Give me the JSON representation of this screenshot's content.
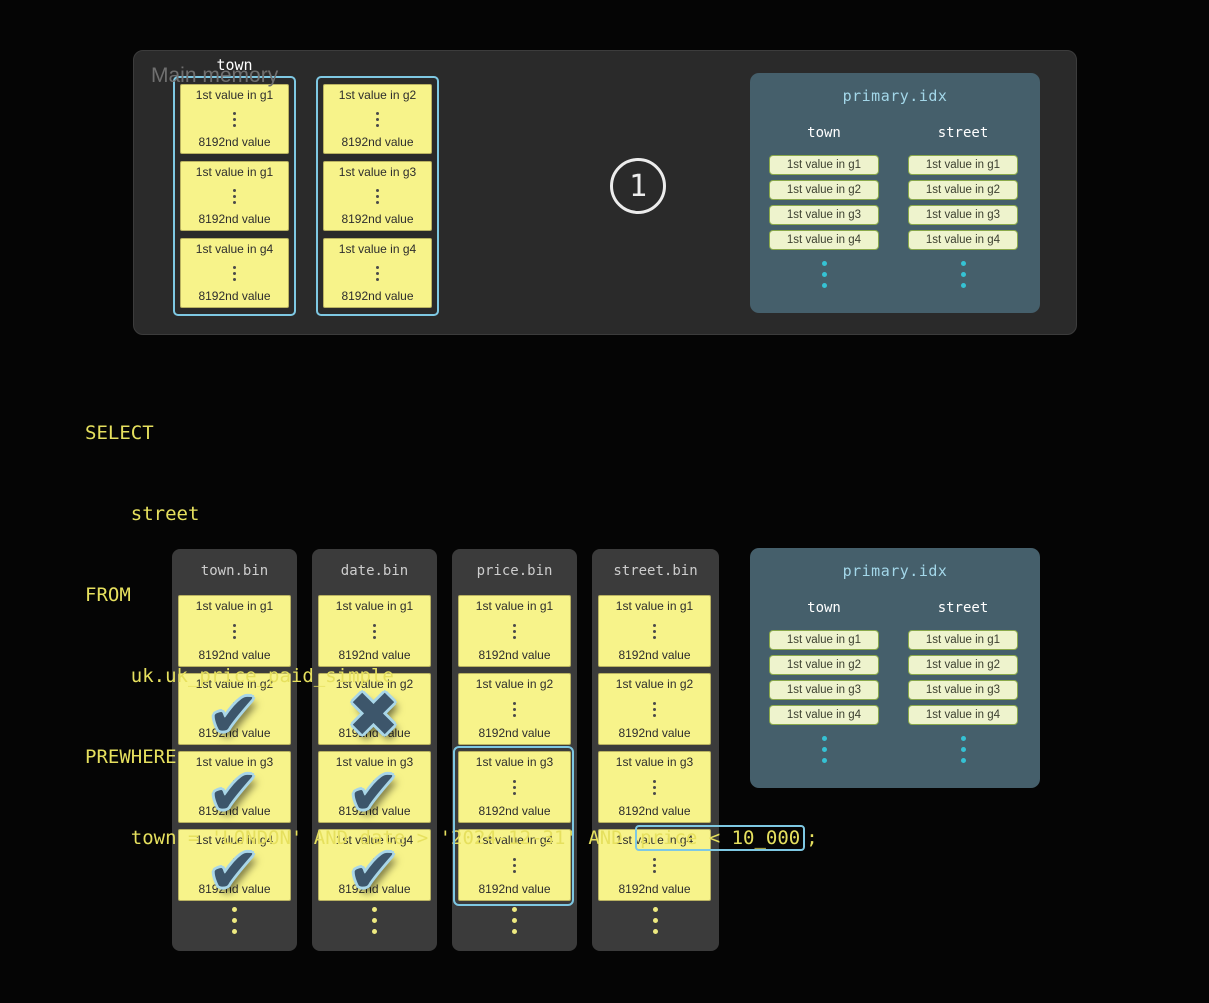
{
  "labels": {
    "main_memory": "Main memory",
    "memory_column_header": "town",
    "step_badge": "1",
    "granule_last_value": "8192nd value",
    "check_glyph": "✔",
    "cross_glyph": "✖"
  },
  "memory": {
    "groups": [
      {
        "granules": [
          {
            "first": "1st value in g1"
          },
          {
            "first": "1st value in g1"
          },
          {
            "first": "1st value in g4"
          }
        ]
      },
      {
        "granules": [
          {
            "first": "1st value in g2"
          },
          {
            "first": "1st value in g3"
          },
          {
            "first": "1st value in g4"
          }
        ]
      }
    ]
  },
  "primary_index": {
    "title": "primary.idx",
    "columns": [
      {
        "header": "town",
        "entries": [
          "1st value in g1",
          "1st value in g2",
          "1st value in g3",
          "1st value in g4"
        ]
      },
      {
        "header": "street",
        "entries": [
          "1st value in g1",
          "1st value in g2",
          "1st value in g3",
          "1st value in g4"
        ]
      }
    ]
  },
  "query": {
    "lines": [
      "SELECT",
      "    street",
      "FROM",
      "    uk.uk_price_paid_simple",
      "PREWHERE"
    ],
    "filter_prefix": "    town = 'LONDON' AND date > '2024-12-31' AND ",
    "filter_highlight": "price < 10_000",
    "filter_suffix": ";"
  },
  "bin_files": [
    {
      "name": "town.bin",
      "granules": [
        {
          "first": "1st value in g1",
          "mark": "none"
        },
        {
          "first": "1st value in g2",
          "mark": "check"
        },
        {
          "first": "1st value in g3",
          "mark": "check"
        },
        {
          "first": "1st value in g4",
          "mark": "check"
        }
      ]
    },
    {
      "name": "date.bin",
      "granules": [
        {
          "first": "1st value in g1",
          "mark": "none"
        },
        {
          "first": "1st value in g2",
          "mark": "cross"
        },
        {
          "first": "1st value in g3",
          "mark": "check"
        },
        {
          "first": "1st value in g4",
          "mark": "check"
        }
      ]
    },
    {
      "name": "price.bin",
      "granules": [
        {
          "first": "1st value in g1",
          "mark": "none"
        },
        {
          "first": "1st value in g2",
          "mark": "none"
        },
        {
          "first": "1st value in g3",
          "mark": "selected"
        },
        {
          "first": "1st value in g4",
          "mark": "selected"
        }
      ]
    },
    {
      "name": "street.bin",
      "granules": [
        {
          "first": "1st value in g1",
          "mark": "none"
        },
        {
          "first": "1st value in g2",
          "mark": "none"
        },
        {
          "first": "1st value in g3",
          "mark": "none"
        },
        {
          "first": "1st value in g4",
          "mark": "none"
        }
      ]
    }
  ],
  "colors": {
    "selection_blue": "#7ec8e3",
    "granule_yellow": "#f7f38a",
    "index_panel_slate": "#455f6b",
    "index_entry_green": "#eef3cd",
    "query_yellow": "#e6e05e"
  }
}
